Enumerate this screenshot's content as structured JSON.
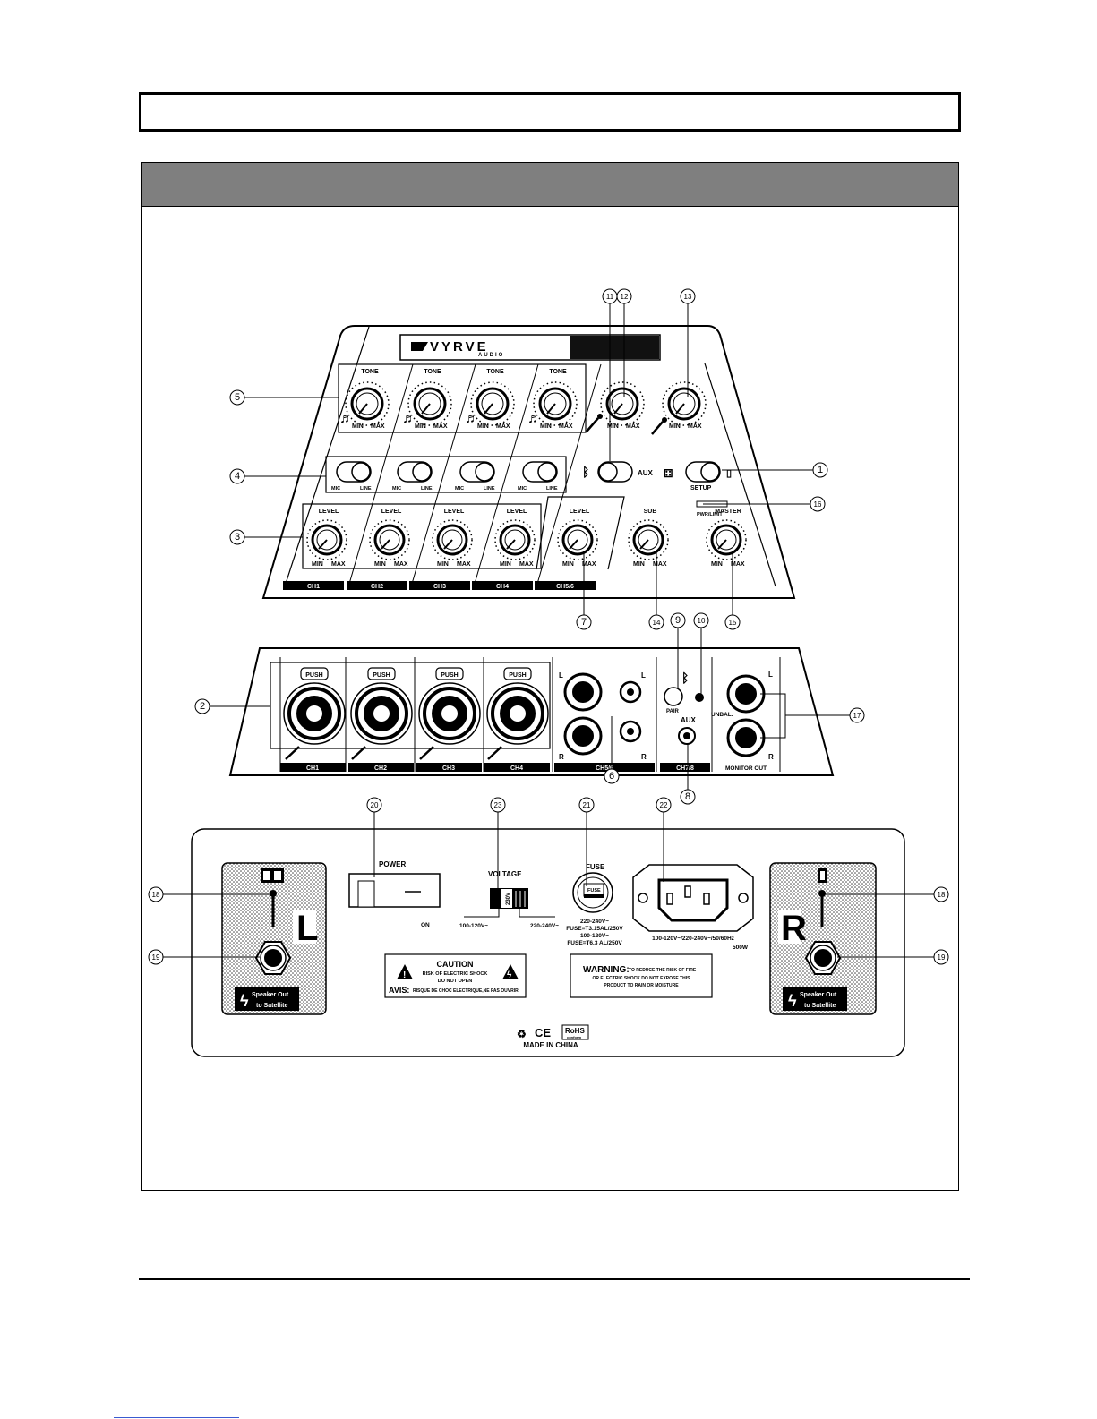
{
  "brand": {
    "name": "VYRVE",
    "sub": "AUDIO"
  },
  "mixer": {
    "tone_label": "TONE",
    "level_label": "LEVEL",
    "min": "MIN",
    "max": "MAX",
    "mic": "MIC",
    "line": "LINE",
    "aux": "AUX",
    "setup": "SETUP",
    "pwr_limit": "PWR/LIMIT",
    "sub": "SUB",
    "master": "MASTER",
    "channels": [
      "CH1",
      "CH2",
      "CH3",
      "CH4",
      "CH5/6"
    ]
  },
  "inputs": {
    "push": "PUSH",
    "channels": [
      "CH1",
      "CH2",
      "CH3",
      "CH4"
    ],
    "ch56": "CH5/6",
    "ch78": "CH7/8",
    "l": "L",
    "r": "R",
    "pair": "PAIR",
    "aux": "AUX",
    "unbal": "UNBAL.",
    "monitor_out": "MONITOR OUT"
  },
  "rear": {
    "power": "POWER",
    "on": "ON",
    "voltage": "VOLTAGE",
    "v_switch": "230V",
    "v_low": "100-120V~",
    "v_high": "220-240V~",
    "fuse": "FUSE",
    "fuse_inner": "FUSE",
    "fuse_spec": [
      "220-240V~",
      "FUSE=T3.15AL/250V",
      "100-120V~",
      "FUSE=T6.3 AL/250V"
    ],
    "mains": "100-120V~/220-240V~/50/60Hz",
    "watts": "500W",
    "caution_title": "CAUTION",
    "caution_l1": "RISK OF ELECTRIC SHOCK",
    "caution_l2": "DO NOT OPEN",
    "avis": "AVIS:",
    "avis_text": "RISQUE DE CHOC ELECTRIQUE,NE PAS OUVRIR",
    "warning": "WARNING:",
    "warning_l1": "TO REDUCE THE RISK OF FIRE",
    "warning_l2": "OR ELECTRIC SHOCK DO NOT EXPOSE THIS",
    "warning_l3": "PRODUCT TO RAIN OR MOISTURE",
    "speaker_out": "Speaker Out",
    "to_satellite": "to Satellite",
    "left": "L",
    "right": "R",
    "ce": "CE",
    "rohs": "RoHS",
    "rohs_sub": "conform",
    "made_in": "MADE IN CHINA"
  },
  "callouts": [
    "1",
    "2",
    "3",
    "4",
    "5",
    "6",
    "7",
    "8",
    "9",
    "10",
    "11",
    "12",
    "13",
    "14",
    "15",
    "16",
    "17",
    "18",
    "19",
    "20",
    "21",
    "22",
    "23"
  ]
}
